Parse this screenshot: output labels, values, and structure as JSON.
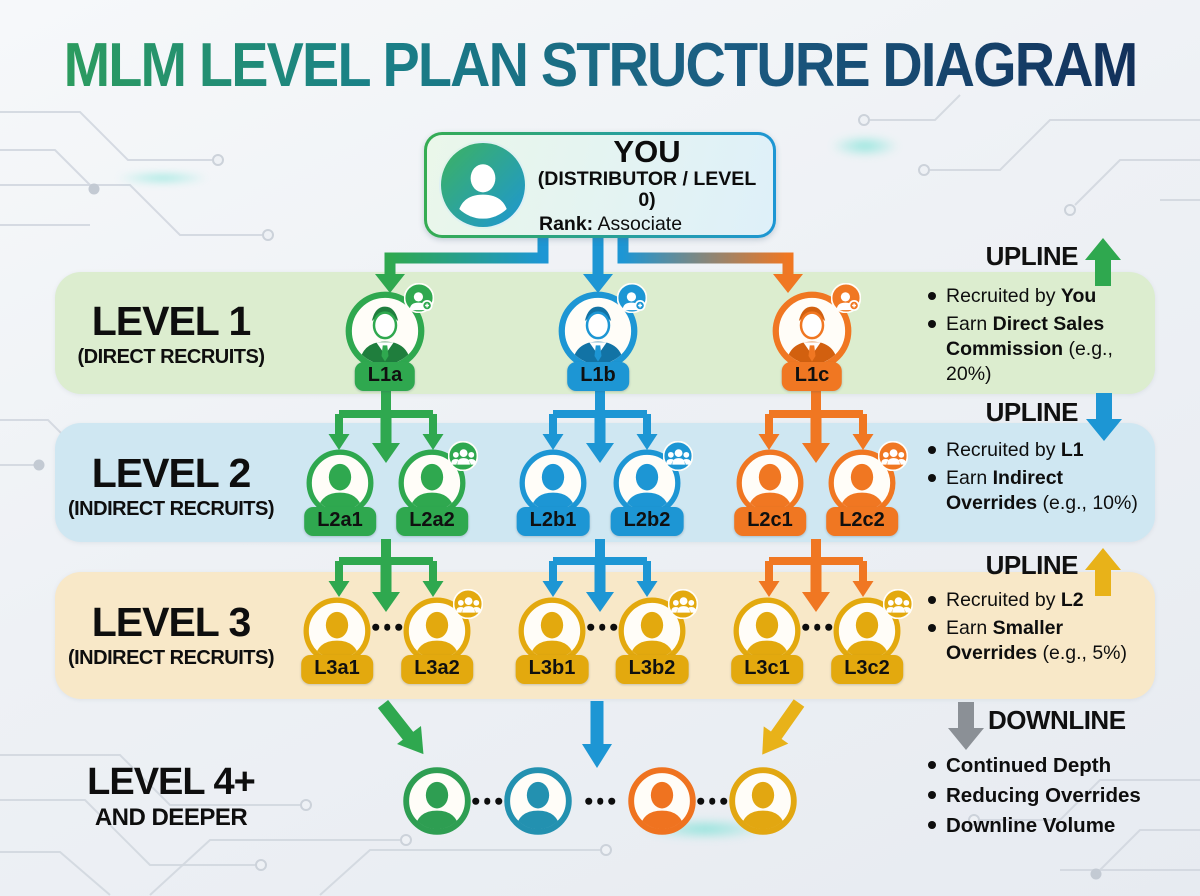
{
  "title": "MLM LEVEL PLAN STRUCTURE DIAGRAM",
  "you_card": {
    "name": "YOU",
    "subtitle": "(DISTRIBUTOR / LEVEL 0)",
    "rank_label": "Rank:",
    "rank_value": "Associate",
    "avatar_icon": "person-icon",
    "gradient": [
      "#3db260",
      "#1d96d4"
    ]
  },
  "levels": [
    {
      "name": "LEVEL 1",
      "qualifier": "(DIRECT RECRUITS)",
      "band_color": "#dcedcf",
      "side_label": {
        "text": "UPLINE",
        "arrow_direction": "up",
        "arrow_color": "#2fa84f"
      },
      "bullets": [
        [
          {
            "text": "Recruited by ",
            "bold": false
          },
          {
            "text": "You",
            "bold": true
          }
        ],
        [
          {
            "text": "Earn ",
            "bold": false
          },
          {
            "text": "Direct Sales Commission",
            "bold": true
          },
          {
            "text": " (e.g., 20%)",
            "bold": false
          }
        ]
      ],
      "groups": [
        {
          "color": "#2fa84f",
          "arrow_color": "#2fa84f",
          "nodes": [
            {
              "label": "L1a",
              "badge": "person-add-icon",
              "style": "suit"
            }
          ]
        },
        {
          "color": "#1d96d4",
          "arrow_color": "#1d96d4",
          "nodes": [
            {
              "label": "L1b",
              "badge": "person-add-icon",
              "style": "suit"
            }
          ]
        },
        {
          "color": "#f07722",
          "arrow_color": "#f07722",
          "nodes": [
            {
              "label": "L1c",
              "badge": "person-add-icon",
              "style": "suit"
            }
          ]
        }
      ]
    },
    {
      "name": "LEVEL 2",
      "qualifier": "(INDIRECT RECRUITS)",
      "band_color": "#cfe7f2",
      "side_label": {
        "text": "UPLINE",
        "arrow_direction": "down",
        "arrow_color": "#1d96d4"
      },
      "bullets": [
        [
          {
            "text": "Recruited by ",
            "bold": false
          },
          {
            "text": "L1",
            "bold": true
          }
        ],
        [
          {
            "text": "Earn ",
            "bold": false
          },
          {
            "text": "Indirect Overrides",
            "bold": true
          },
          {
            "text": " (e.g., 10%)",
            "bold": false
          }
        ]
      ],
      "groups": [
        {
          "color": "#2fa84f",
          "arrow_color": "#2fa84f",
          "nodes": [
            {
              "label": "L2a1"
            },
            {
              "label": "L2a2",
              "badge": "team-icon"
            }
          ]
        },
        {
          "color": "#1d96d4",
          "arrow_color": "#1d96d4",
          "nodes": [
            {
              "label": "L2b1"
            },
            {
              "label": "L2b2",
              "badge": "team-icon"
            }
          ]
        },
        {
          "color": "#f07722",
          "arrow_color": "#f07722",
          "nodes": [
            {
              "label": "L2c1"
            },
            {
              "label": "L2c2",
              "badge": "team-icon"
            }
          ]
        }
      ]
    },
    {
      "name": "LEVEL 3",
      "qualifier": "(INDIRECT RECRUITS)",
      "band_color": "#f8e8c8",
      "side_label": {
        "text": "UPLINE",
        "arrow_direction": "up",
        "arrow_color": "#e8b219"
      },
      "bullets": [
        [
          {
            "text": "Recruited by ",
            "bold": false
          },
          {
            "text": "L2",
            "bold": true
          }
        ],
        [
          {
            "text": "Earn ",
            "bold": false
          },
          {
            "text": "Smaller Overrides",
            "bold": true
          },
          {
            "text": " (e.g., 5%)",
            "bold": false
          }
        ]
      ],
      "groups": [
        {
          "color": "#e3a90e",
          "arrow_color": "#2fa84f",
          "dots": true,
          "nodes": [
            {
              "label": "L3a1"
            },
            {
              "label": "L3a2",
              "badge": "team-icon"
            }
          ]
        },
        {
          "color": "#e3a90e",
          "arrow_color": "#1d96d4",
          "dots": true,
          "nodes": [
            {
              "label": "L3b1"
            },
            {
              "label": "L3b2",
              "badge": "team-icon"
            }
          ]
        },
        {
          "color": "#e3a90e",
          "arrow_color": "#f07722",
          "dots": true,
          "nodes": [
            {
              "label": "L3c1"
            },
            {
              "label": "L3c2",
              "badge": "team-icon"
            }
          ]
        }
      ]
    }
  ],
  "level4": {
    "name": "LEVEL 4+",
    "qualifier": "AND DEEPER",
    "side_label": {
      "text": "DOWNLINE",
      "arrow_direction": "down",
      "arrow_color": "#8b9096"
    },
    "bullets": [
      "Continued Depth",
      "Reducing Overrides",
      "Downline Volume"
    ],
    "avatar_colors": [
      "#2e9e52",
      "#2391b0",
      "#ef7320",
      "#e2a711"
    ],
    "descend_arrow_colors": [
      "#2fa84f",
      "#1d96d4",
      "#e8b219"
    ]
  }
}
